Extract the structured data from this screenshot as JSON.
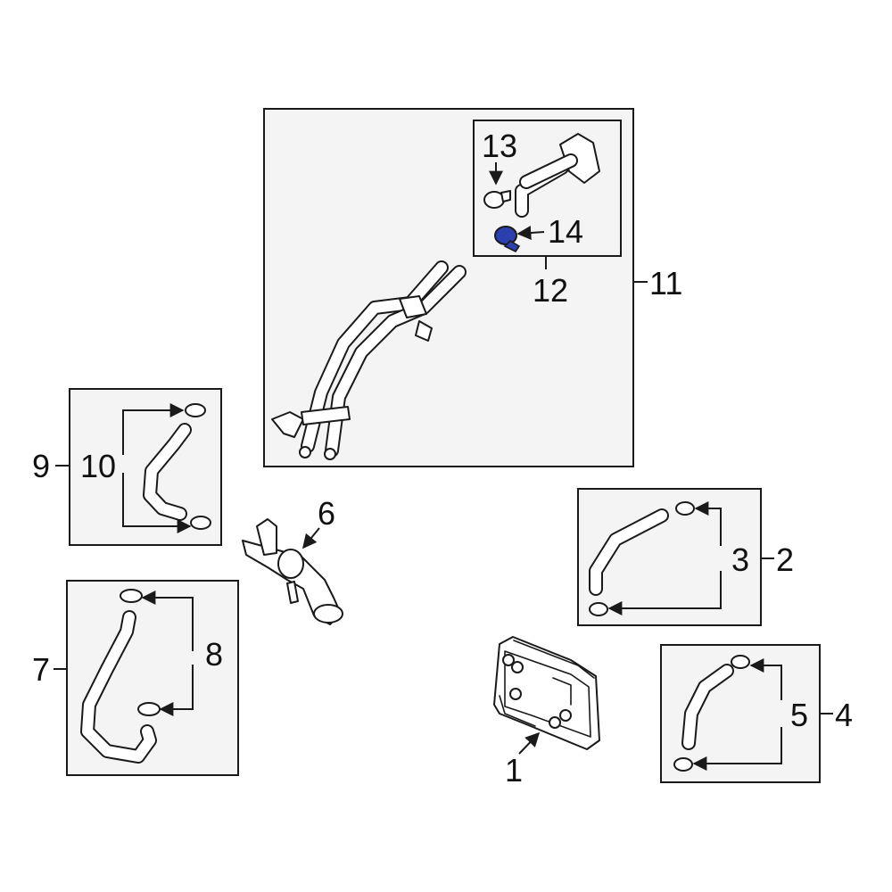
{
  "diagram": {
    "accent_color": "#2b3fae",
    "callouts": {
      "c1": "1",
      "c2": "2",
      "c3": "3",
      "c4": "4",
      "c5": "5",
      "c6": "6",
      "c7": "7",
      "c8": "8",
      "c9": "9",
      "c10": "10",
      "c11": "11",
      "c12": "12",
      "c13": "13",
      "c14": "14"
    }
  }
}
